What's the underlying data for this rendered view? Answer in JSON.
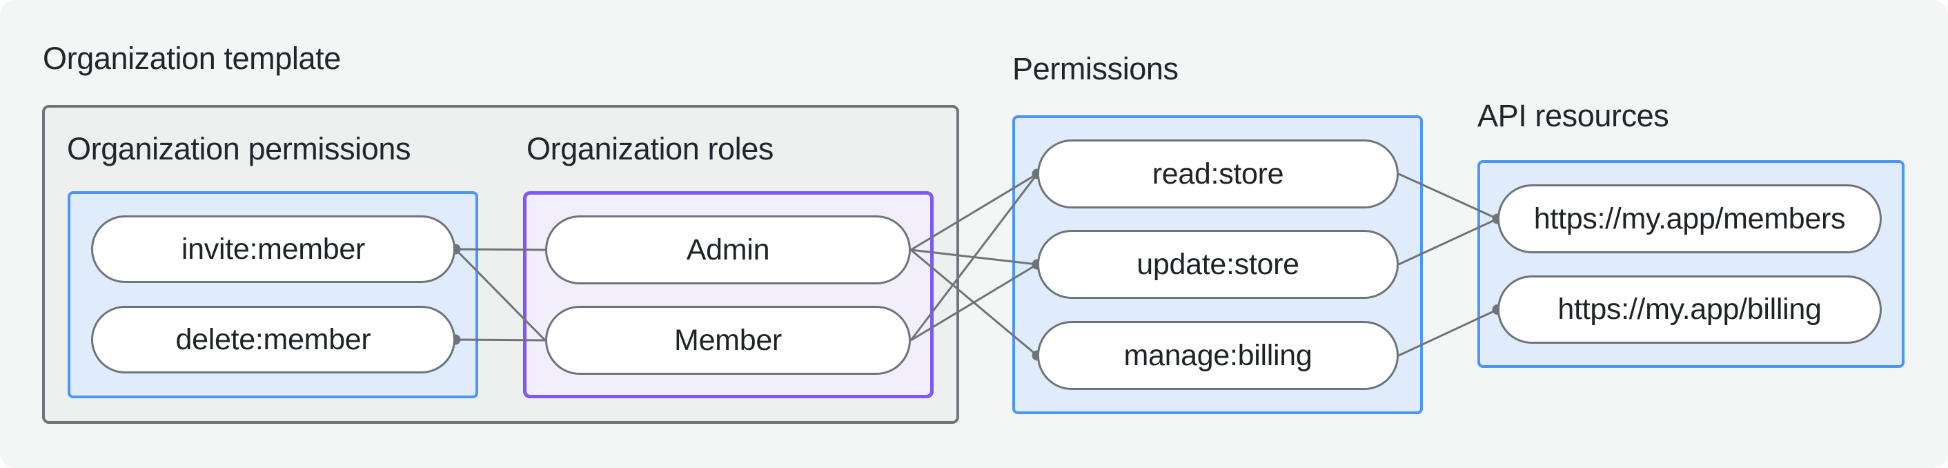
{
  "diagram": {
    "type": "authorization-model-diagram",
    "colors": {
      "surface_background": "#f4f6f6",
      "gray_container_fill": "#eef0ef",
      "gray_container_border": "#6f7478",
      "blue_box_fill": "#e0ecfb",
      "blue_box_border": "#4b96fb",
      "purple_box_fill": "#f3eefc",
      "purple_box_border": "#7e57f5",
      "pill_fill": "#ffffff",
      "pill_border": "#6f7478",
      "connector_line": "#6f7478",
      "connector_dot": "#6f7478",
      "text": "#21262b"
    },
    "groups": {
      "organization_template": {
        "label": "Organization template"
      },
      "organization_permissions": {
        "label": "Organization permissions",
        "pills": [
          {
            "id": "invite-member",
            "label": "invite:member"
          },
          {
            "id": "delete-member",
            "label": "delete:member"
          }
        ]
      },
      "organization_roles": {
        "label": "Organization roles",
        "pills": [
          {
            "id": "admin",
            "label": "Admin"
          },
          {
            "id": "member",
            "label": "Member"
          }
        ]
      },
      "permissions": {
        "label": "Permissions",
        "pills": [
          {
            "id": "read-store",
            "label": "read:store"
          },
          {
            "id": "update-store",
            "label": "update:store"
          },
          {
            "id": "manage-billing",
            "label": "manage:billing"
          }
        ]
      },
      "api_resources": {
        "label": "API resources",
        "pills": [
          {
            "id": "api-members",
            "label": "https://my.app/members"
          },
          {
            "id": "api-billing",
            "label": "https://my.app/billing"
          }
        ]
      }
    },
    "edges": [
      {
        "from": "invite-member",
        "to": "admin",
        "dot": "from"
      },
      {
        "from": "invite-member",
        "to": "member",
        "dot": "from"
      },
      {
        "from": "delete-member",
        "to": "member",
        "dot": "from"
      },
      {
        "from": "admin",
        "to": "read-store",
        "dot": "to"
      },
      {
        "from": "admin",
        "to": "update-store",
        "dot": "to"
      },
      {
        "from": "admin",
        "to": "manage-billing",
        "dot": "to"
      },
      {
        "from": "member",
        "to": "read-store",
        "dot": "to"
      },
      {
        "from": "member",
        "to": "update-store",
        "dot": "to"
      },
      {
        "from": "read-store",
        "to": "api-members",
        "dot": "to"
      },
      {
        "from": "update-store",
        "to": "api-members",
        "dot": "to"
      },
      {
        "from": "manage-billing",
        "to": "api-billing",
        "dot": "to"
      }
    ],
    "edge_style": {
      "line_width": 3,
      "dot_radius": 7.5
    }
  }
}
